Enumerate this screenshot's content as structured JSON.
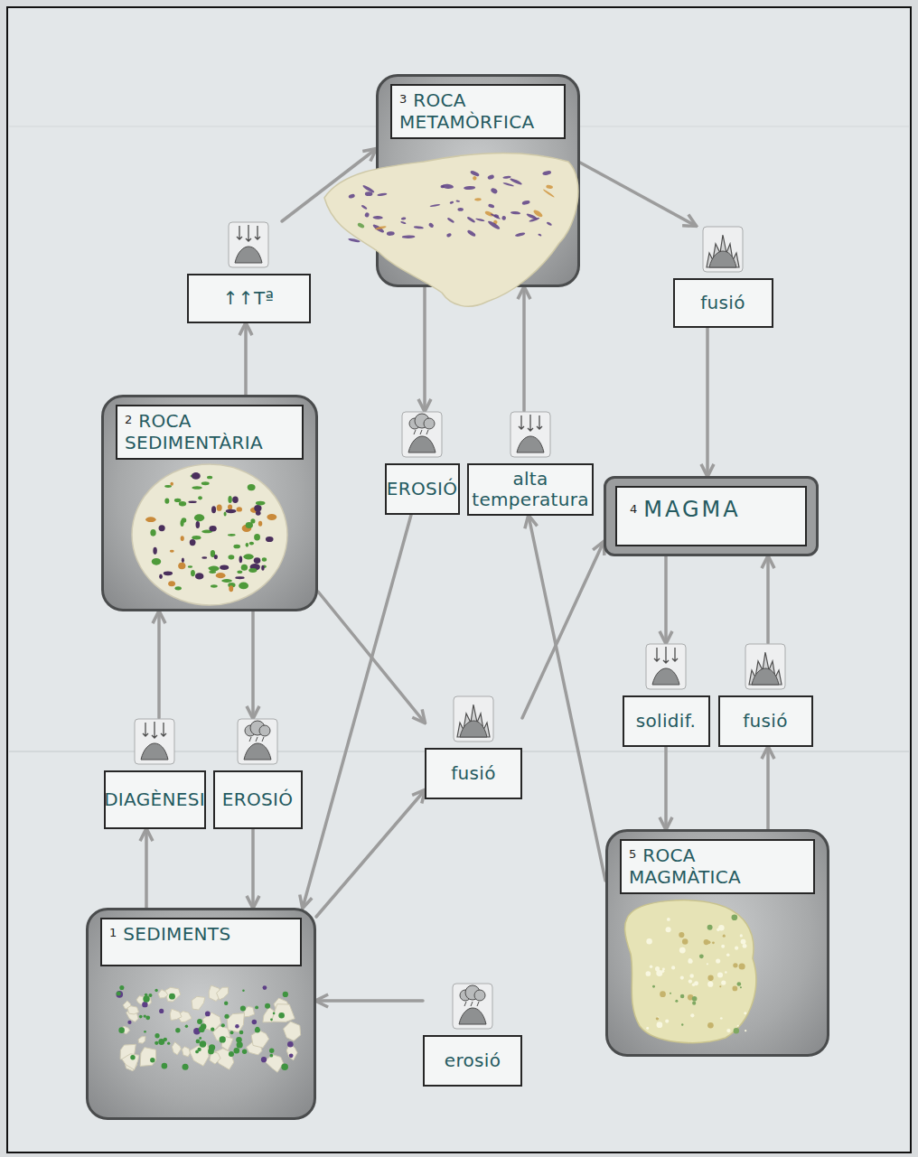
{
  "diagram": {
    "nodes": [
      {
        "text": [
          "3",
          "ROCA METAMÒRFICA"
        ]
      },
      {
        "text": [
          "↑↑Tª"
        ]
      },
      {
        "text": [
          "fusió"
        ]
      },
      {
        "text": [
          "2",
          "ROCA SEDIMENTÀRIA"
        ]
      },
      {
        "text": [
          "EROSIÓ"
        ]
      },
      {
        "text": [
          "alta temperatura"
        ]
      },
      {
        "text": [
          "4",
          "MAGMA"
        ]
      },
      {
        "text": [
          "solidif."
        ]
      },
      {
        "text": [
          "fusió"
        ]
      },
      {
        "text": [
          "fusió"
        ]
      },
      {
        "text": [
          "DIAGÈNESI"
        ]
      },
      {
        "text": [
          "EROSIÓ"
        ]
      },
      {
        "text": [
          "5",
          "ROCA MAGMÀTICA"
        ]
      },
      {
        "text": [
          "1",
          "SEDIMENTS"
        ]
      },
      {
        "text": [
          "erosió"
        ]
      }
    ],
    "edges": [
      {
        "from": 3,
        "to": 1,
        "arrow": "to"
      },
      {
        "from": 1,
        "to": 0,
        "arrow": "to"
      },
      {
        "from": 0,
        "to": 2,
        "arrow": "to"
      },
      {
        "from": 2,
        "to": 6,
        "arrow": "to"
      },
      {
        "from": 0,
        "to": 4,
        "arrow": "to"
      },
      {
        "from": 5,
        "to": 0,
        "arrow": "to"
      },
      {
        "from": 4,
        "to": 13,
        "arrow": "to"
      },
      {
        "from": 12,
        "to": 5,
        "arrow": "to"
      },
      {
        "from": 3,
        "to": 9,
        "arrow": "to"
      },
      {
        "from": 13,
        "to": 9,
        "arrow": "to"
      },
      {
        "from": 9,
        "to": 6,
        "arrow": "to"
      },
      {
        "from": 6,
        "to": 7,
        "arrow": "to"
      },
      {
        "from": 7,
        "to": 12,
        "arrow": "to"
      },
      {
        "from": 12,
        "to": 8,
        "arrow": "to"
      },
      {
        "from": 8,
        "to": 6,
        "arrow": "to"
      },
      {
        "from": 13,
        "to": 10,
        "arrow": "to"
      },
      {
        "from": 10,
        "to": 3,
        "arrow": "to"
      },
      {
        "from": 3,
        "to": 11,
        "arrow": "to"
      },
      {
        "from": 11,
        "to": 13,
        "arrow": "to"
      },
      {
        "from": 14,
        "to": 13,
        "arrow": "to"
      }
    ]
  }
}
